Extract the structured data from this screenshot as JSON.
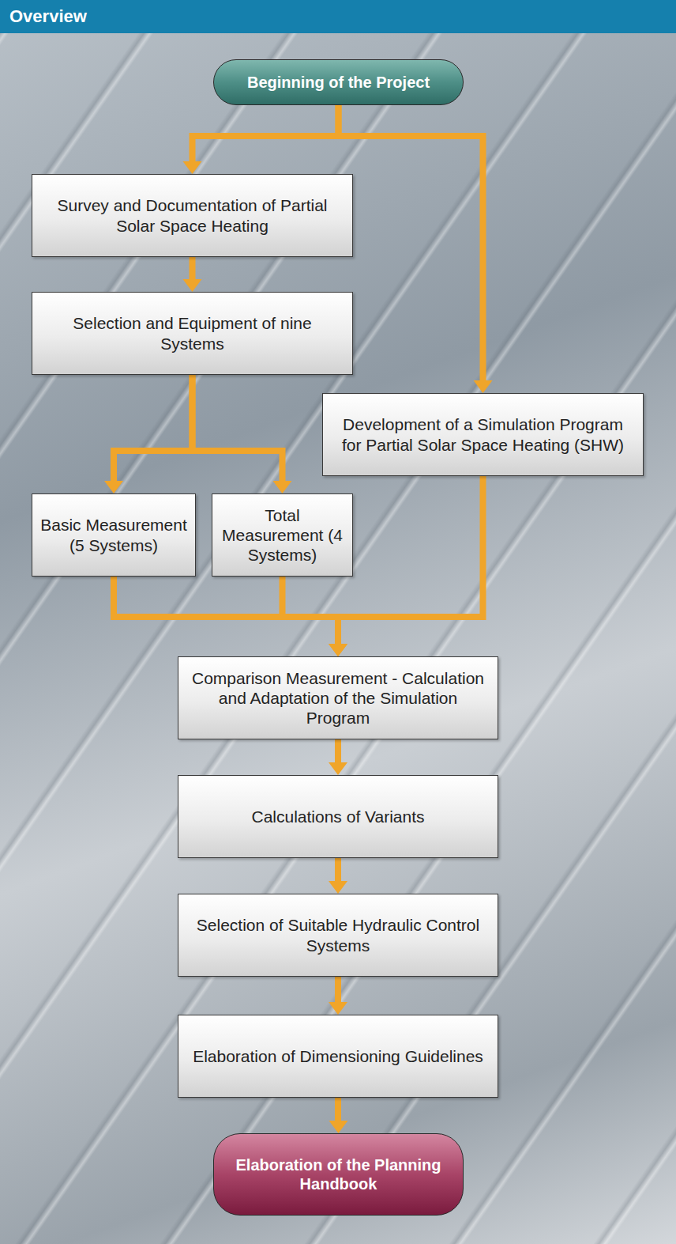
{
  "diagram": {
    "title": "Overview",
    "nodes": [
      {
        "text": [
          "Beginning of the Project"
        ]
      },
      {
        "text": [
          "Survey and Documentation of Partial Solar Space Heating"
        ]
      },
      {
        "text": [
          "Selection and Equipment of nine Systems"
        ]
      },
      {
        "text": [
          "Development of a Simulation Program for Partial Solar Space Heating (SHW)"
        ]
      },
      {
        "text": [
          "Basic Measurement (5 Systems)"
        ]
      },
      {
        "text": [
          "Total Measurement (4 Systems)"
        ]
      },
      {
        "text": [
          "Comparison Measurement - Calculation and Adaptation of the Simulation Program"
        ]
      },
      {
        "text": [
          "Calculations of Variants"
        ]
      },
      {
        "text": [
          "Selection of Suitable Hydraulic Control Systems"
        ]
      },
      {
        "text": [
          "Elaboration of Dimensioning Guidelines"
        ]
      },
      {
        "text": [
          "Elaboration of the Planning Handbook"
        ]
      }
    ],
    "edges": [
      {
        "from": 0,
        "to": 1,
        "arrow": "to"
      },
      {
        "from": 0,
        "to": 3,
        "arrow": "to"
      },
      {
        "from": 1,
        "to": 2,
        "arrow": "to"
      },
      {
        "from": 2,
        "to": 4,
        "arrow": "to"
      },
      {
        "from": 2,
        "to": 5,
        "arrow": "to"
      },
      {
        "from": 4,
        "to": 6,
        "arrow": "to"
      },
      {
        "from": 5,
        "to": 6,
        "arrow": "to"
      },
      {
        "from": 3,
        "to": 6,
        "arrow": "to"
      },
      {
        "from": 6,
        "to": 7,
        "arrow": "to"
      },
      {
        "from": 7,
        "to": 8,
        "arrow": "to"
      },
      {
        "from": 8,
        "to": 9,
        "arrow": "to"
      },
      {
        "from": 9,
        "to": 10,
        "arrow": "to"
      }
    ]
  }
}
